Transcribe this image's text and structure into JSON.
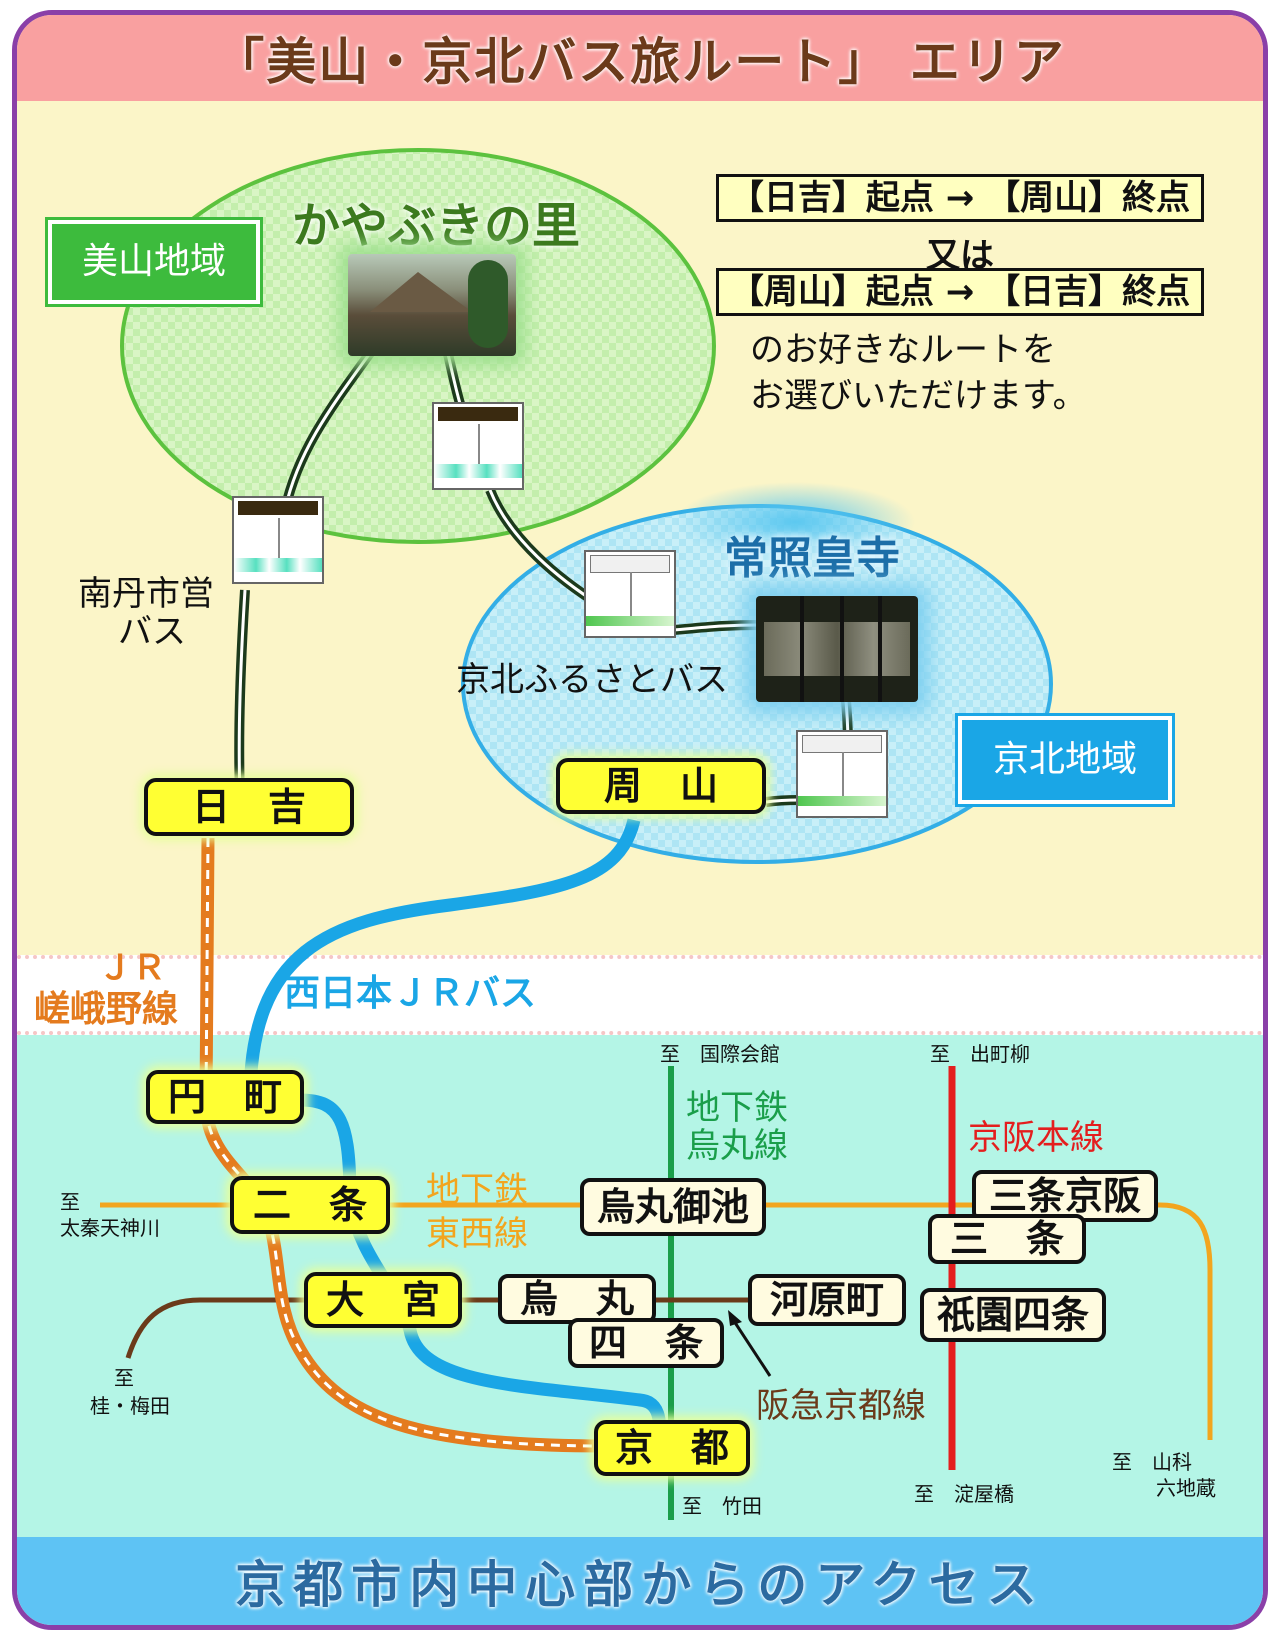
{
  "header": {
    "title": "「美山・京北バス旅ルート」 エリア"
  },
  "footer": {
    "title": "京都市内中心部からのアクセス"
  },
  "areas": {
    "miyama": "美山地域",
    "keihoku": "京北地域",
    "kayabuki": "かやぶきの里",
    "jokoji": "常照皇寺"
  },
  "route_info": {
    "option1": "【日吉】起点 → 【周山】終点",
    "or": "又は",
    "option2": "【周山】起点 → 【日吉】終点",
    "note_line1": "のお好きなルートを",
    "note_line2": "お選びいただけます。"
  },
  "bus_labels": {
    "nantan_1": "南丹市営",
    "nantan_2": "バス",
    "keihoku": "京北ふるさとバス"
  },
  "stations": {
    "hiyoshi": "日　吉",
    "shuzan": "周　山",
    "enmachi": "円　町",
    "nijo": "二　条",
    "omiya": "大　宮",
    "kyoto": "京　都",
    "karasuma_oike": "烏丸御池",
    "karasuma": "烏　丸",
    "shijo": "四　条",
    "kawaramachi": "河原町",
    "gion_shijo": "祇園四条",
    "sanjo_keihan": "三条京阪",
    "sanjo": "三　条"
  },
  "lines": {
    "jr_1": "ＪＲ",
    "jr_2": "嵯峨野線",
    "jr_bus": "西日本ＪＲバス",
    "tozai_1": "地下鉄",
    "tozai_2": "東西線",
    "karasuma_1": "地下鉄",
    "karasuma_2": "烏丸線",
    "keihan": "京阪本線",
    "hankyu": "阪急京都線"
  },
  "directions": {
    "kokusai": "至　国際会館",
    "demachi": "至　出町柳",
    "uzumasa_1": "至",
    "uzumasa_2": "太秦天神川",
    "katsura_1": "至",
    "katsura_2": "桂・梅田",
    "takeda": "至　竹田",
    "yodoyabashi": "至　淀屋橋",
    "yamashina_1": "至　山科",
    "yamashina_2": "六地蔵"
  },
  "colors": {
    "frame": "#8a3fa8",
    "jr_line": "#e47b1e",
    "jr_bus": "#1aa6e6",
    "tozai": "#f2a51e",
    "karasuma_line": "#1a9e4a",
    "keihan": "#e41e1e",
    "hankyu": "#6b3a1a",
    "station": "#ffff33"
  }
}
